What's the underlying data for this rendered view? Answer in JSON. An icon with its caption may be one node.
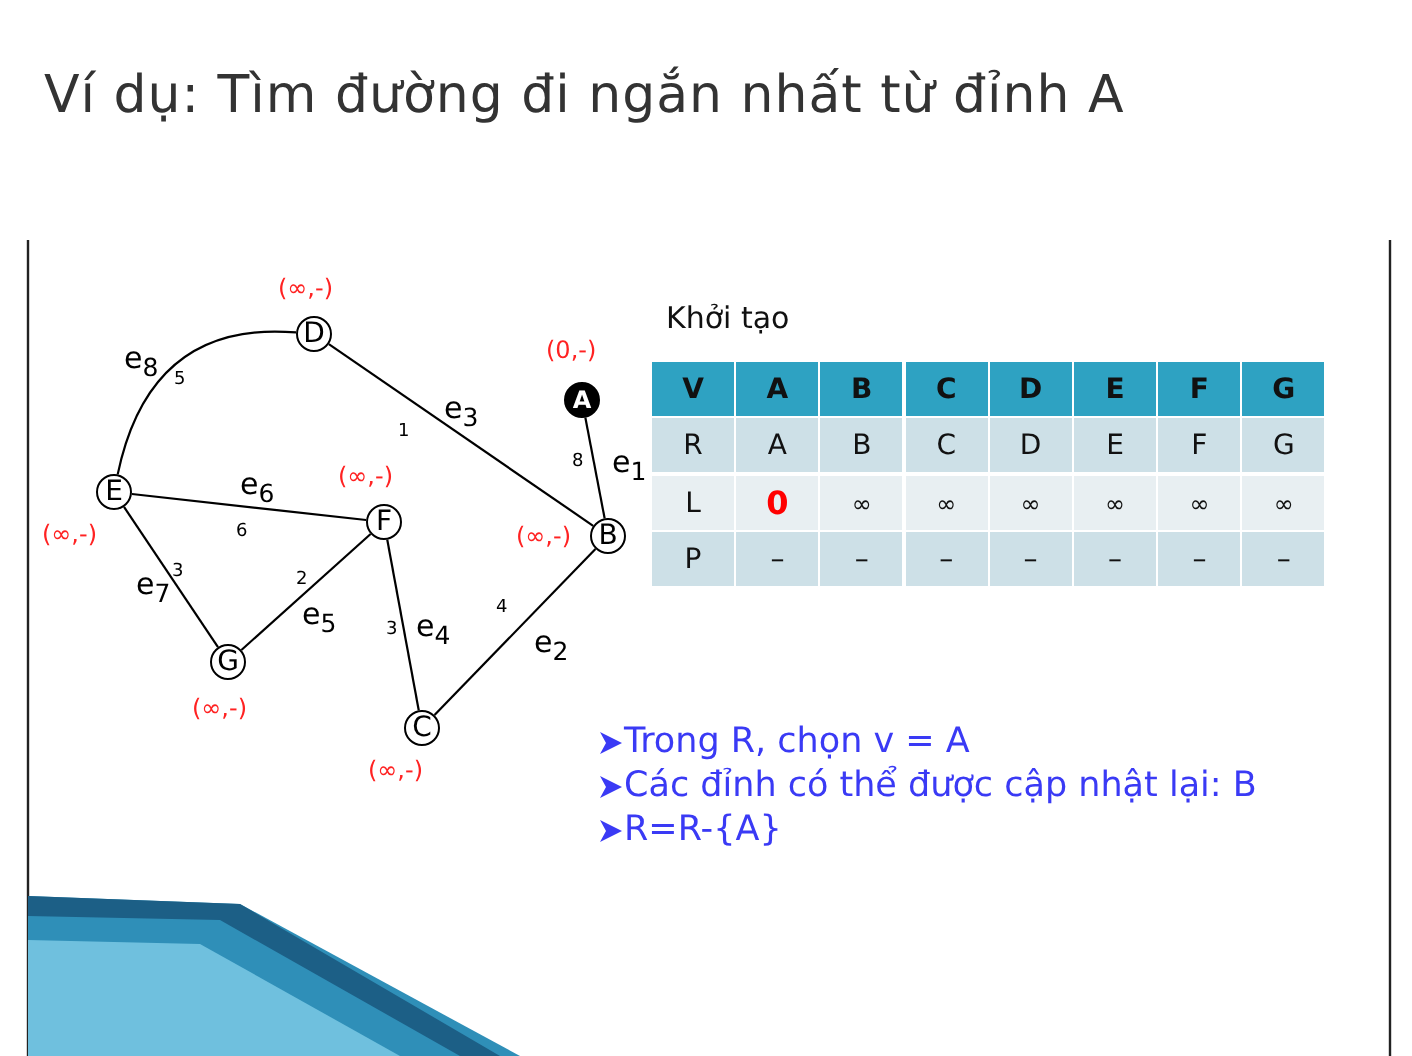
{
  "diagram": {
    "title": "Ví dụ: Tìm đường đi ngắn nhất từ đỉnh A",
    "nodes": [
      {
        "text": [
          "A"
        ],
        "beside": [
          "(0,-)"
        ]
      },
      {
        "text": [
          "B"
        ],
        "beside": [
          "(∞,-)"
        ]
      },
      {
        "text": [
          "C"
        ],
        "beside": [
          "(∞,-)"
        ]
      },
      {
        "text": [
          "D"
        ],
        "beside": [
          "(∞,-)"
        ]
      },
      {
        "text": [
          "E"
        ],
        "beside": [
          "(∞,-)"
        ]
      },
      {
        "text": [
          "F"
        ],
        "beside": [
          "(∞,-)"
        ]
      },
      {
        "text": [
          "G"
        ],
        "beside": [
          "(∞,-)"
        ]
      }
    ],
    "edges": [
      {
        "from": 0,
        "to": 1,
        "arrow": "none",
        "label": "e$_{1}$"
      },
      {
        "from": 1,
        "to": 2,
        "arrow": "none",
        "label": "e$_{2}$"
      },
      {
        "from": 3,
        "to": 1,
        "arrow": "none",
        "label": "e$_{3}$"
      },
      {
        "from": 5,
        "to": 2,
        "arrow": "none",
        "label": "e$_{4}$"
      },
      {
        "from": 6,
        "to": 5,
        "arrow": "none",
        "label": "e$_{5}$"
      },
      {
        "from": 4,
        "to": 5,
        "arrow": "none",
        "label": "e$_{6}$"
      },
      {
        "from": 4,
        "to": 6,
        "arrow": "none",
        "label": "e$_{7}$"
      },
      {
        "from": 4,
        "to": 3,
        "arrow": "none",
        "label": "e$_{8}$"
      }
    ],
    "labels": [
      "8",
      "4",
      "1",
      "3",
      "2",
      "6",
      "3",
      "5",
      "Khởi tạo",
      "V",
      "A",
      "B",
      "C",
      "D",
      "E",
      "F",
      "G",
      "R",
      "A",
      "B",
      "C",
      "D",
      "E",
      "F",
      "G",
      "L",
      "0",
      "∞",
      "∞",
      "∞",
      "∞",
      "∞",
      "∞",
      "P",
      "–",
      "–",
      "–",
      "–",
      "–",
      "–",
      "–",
      "Trong R, chọn v = A",
      "Các đỉnh có thể được cập nhật lại: B",
      "R=R-{A}"
    ]
  }
}
